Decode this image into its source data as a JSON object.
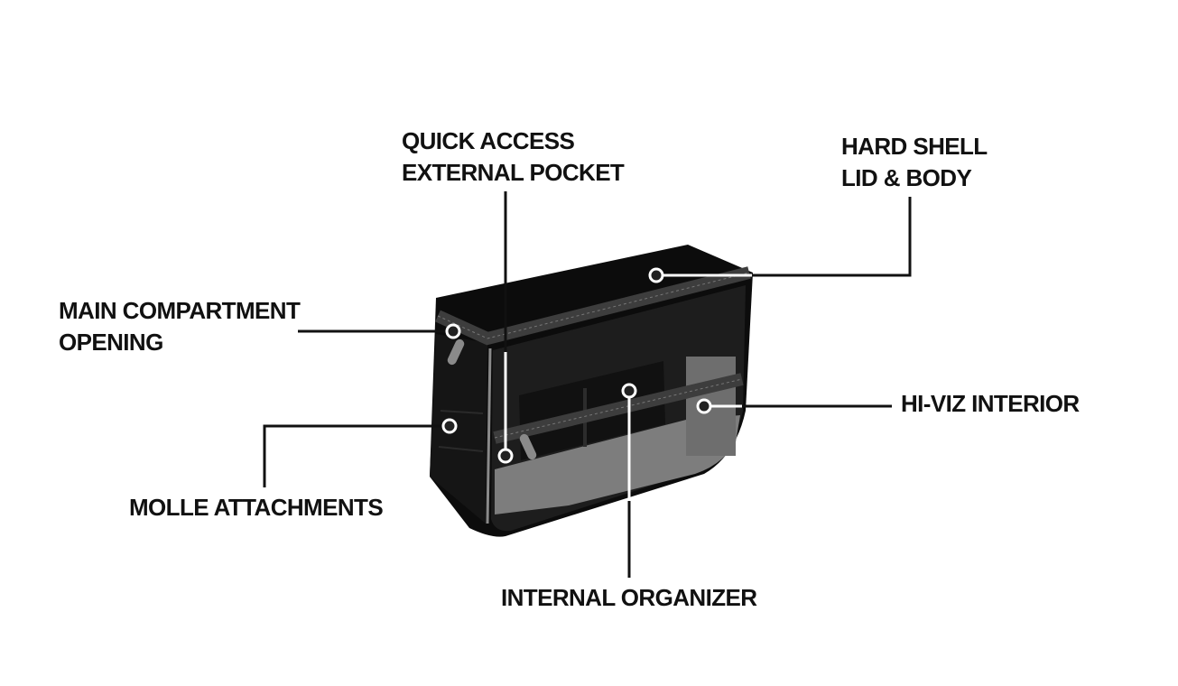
{
  "callouts": {
    "quick_access": [
      "QUICK ACCESS",
      "EXTERNAL POCKET"
    ],
    "hard_shell": [
      "HARD SHELL",
      "LID & BODY"
    ],
    "main_compartment": [
      "MAIN COMPARTMENT",
      "OPENING"
    ],
    "hi_viz": "HI-VIZ INTERIOR",
    "molle": "MOLLE ATTACHMENTS",
    "internal_organizer": "INTERNAL ORGANIZER"
  },
  "colors": {
    "bag": "#0c0c0c",
    "zipper": "#3a3a3a",
    "interior": "#8a8a8a",
    "text": "#111111"
  }
}
